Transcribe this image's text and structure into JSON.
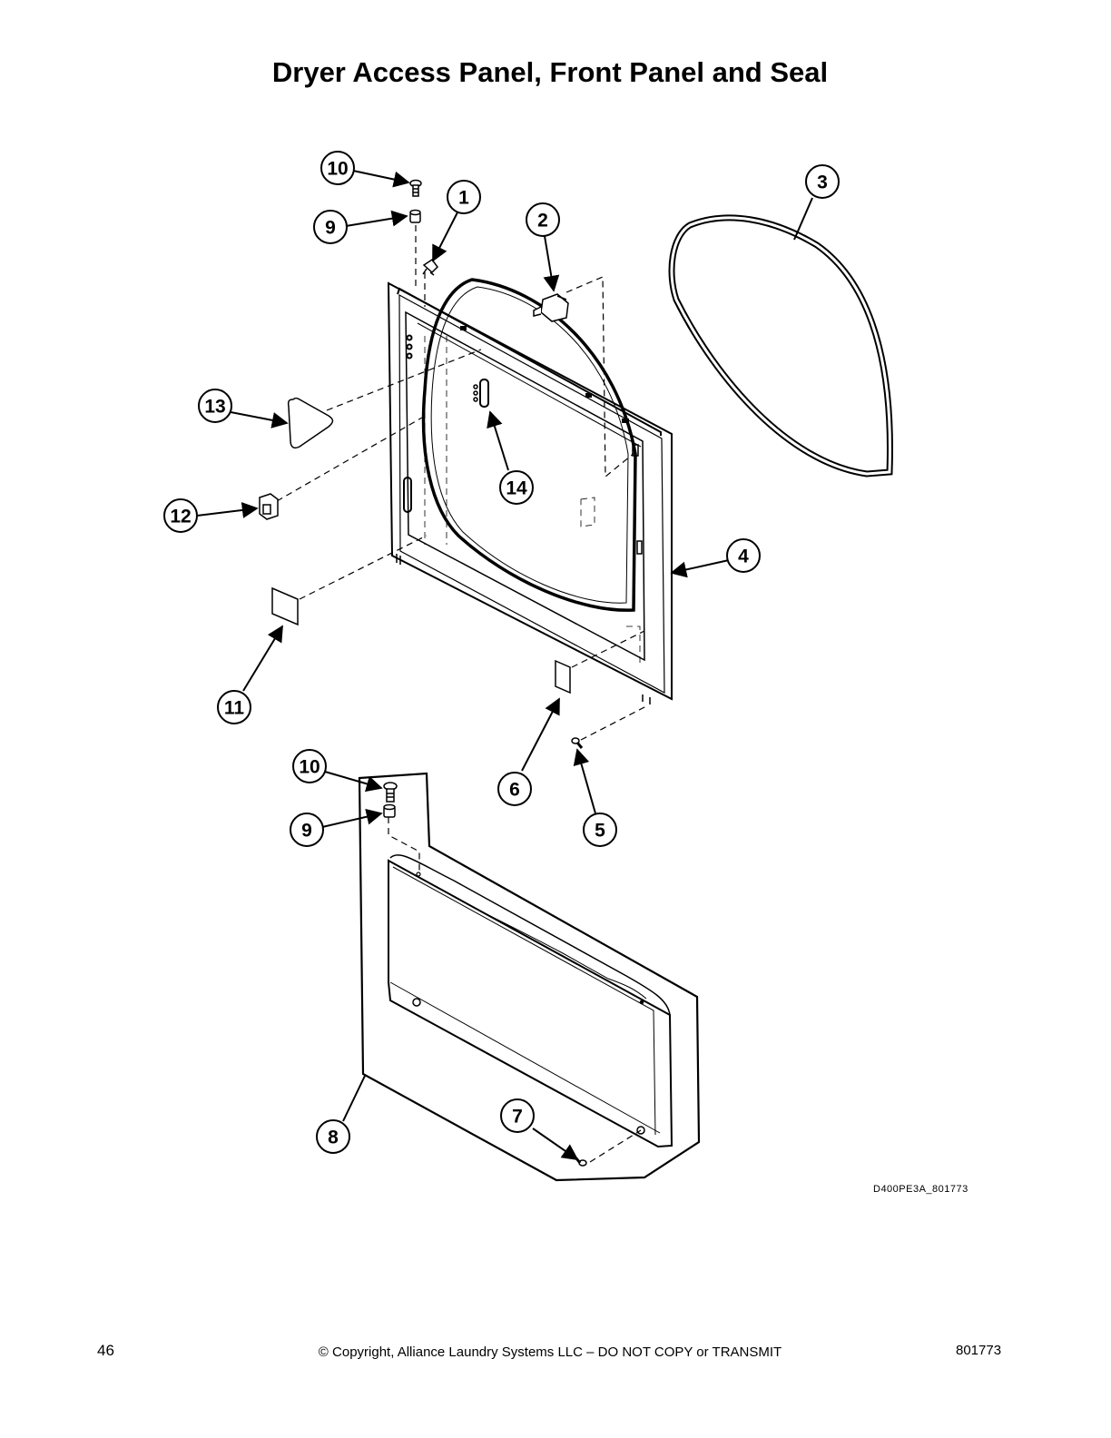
{
  "title": "Dryer Access Panel, Front Panel and Seal",
  "callouts": [
    {
      "id": "1",
      "label": "1"
    },
    {
      "id": "2",
      "label": "2"
    },
    {
      "id": "3",
      "label": "3"
    },
    {
      "id": "4",
      "label": "4"
    },
    {
      "id": "5",
      "label": "5"
    },
    {
      "id": "6",
      "label": "6"
    },
    {
      "id": "7",
      "label": "7"
    },
    {
      "id": "8",
      "label": "8"
    },
    {
      "id": "9a",
      "label": "9"
    },
    {
      "id": "9b",
      "label": "9"
    },
    {
      "id": "10a",
      "label": "10"
    },
    {
      "id": "10b",
      "label": "10"
    },
    {
      "id": "11",
      "label": "11"
    },
    {
      "id": "12",
      "label": "12"
    },
    {
      "id": "13",
      "label": "13"
    },
    {
      "id": "14",
      "label": "14"
    }
  ],
  "drawing_code": "D400PE3A_801773",
  "footer": {
    "page_number": "46",
    "copyright": "© Copyright, Alliance Laundry Systems LLC – DO NOT COPY or TRANSMIT",
    "doc_number": "801773"
  }
}
